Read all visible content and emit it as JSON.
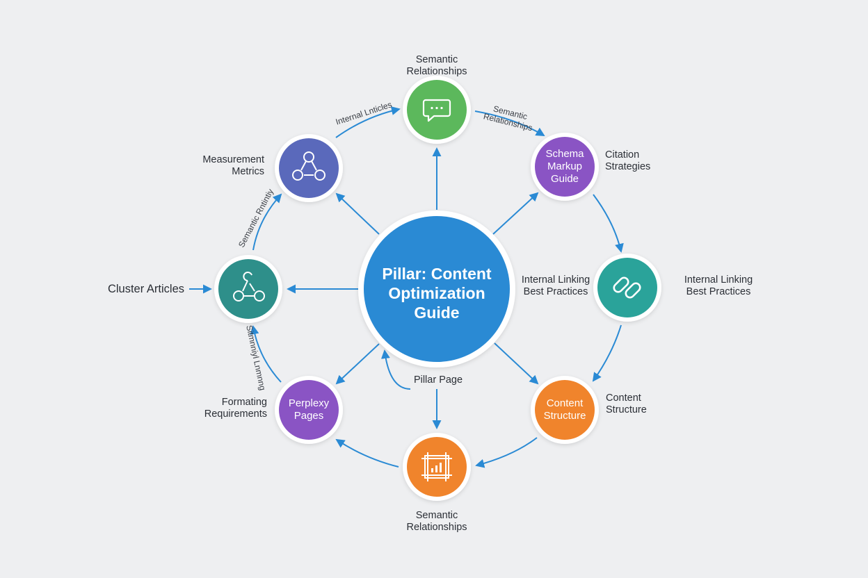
{
  "hub": {
    "title": "Pillar: Content\nOptimization\nGuide",
    "color": "#2a8ad4"
  },
  "nodes": {
    "top": {
      "icon": "chat-bubble-icon",
      "color": "#5cb85c",
      "label": "Semantic\nRelationships"
    },
    "upper_left": {
      "icon": "network-nodes-icon",
      "color": "#5a69bb",
      "label": "Measurement\nMetrics"
    },
    "left": {
      "icon": "network-nodes-icon",
      "color": "#2e8f8a",
      "label": "Cluster Articles"
    },
    "lower_left": {
      "text": "Perplexy\nPages",
      "color": "#8a54c4",
      "label": "Formating\nRequirements"
    },
    "bottom": {
      "icon": "chart-frame-icon",
      "color": "#f0842c",
      "label": "Semantic\nRelationships"
    },
    "lower_right": {
      "text": "Content\nStructure",
      "color": "#f0842c",
      "label": "Content\nStructure"
    },
    "right": {
      "icon": "chain-link-icon",
      "color": "#2aa39a",
      "label": "Internal Linking\nBest Practices"
    },
    "upper_right": {
      "text": "Schema\nMarkup\nGuide",
      "color": "#8a54c4",
      "label": "Citation\nStrategies"
    }
  },
  "annotations": {
    "arc_top_left": "Internal Lnticles",
    "arc_top_right": "Semantic Relationships",
    "arc_left_upper": "Semantic Rntintiy",
    "arc_left_lower": "Sitmnniyl Lnmnng",
    "hub_right": "Internal Linking\nBest Practices",
    "hub_bottom": "Pillar Page"
  },
  "colors": {
    "arrow": "#2a8ad4",
    "background": "#eeeff1"
  }
}
